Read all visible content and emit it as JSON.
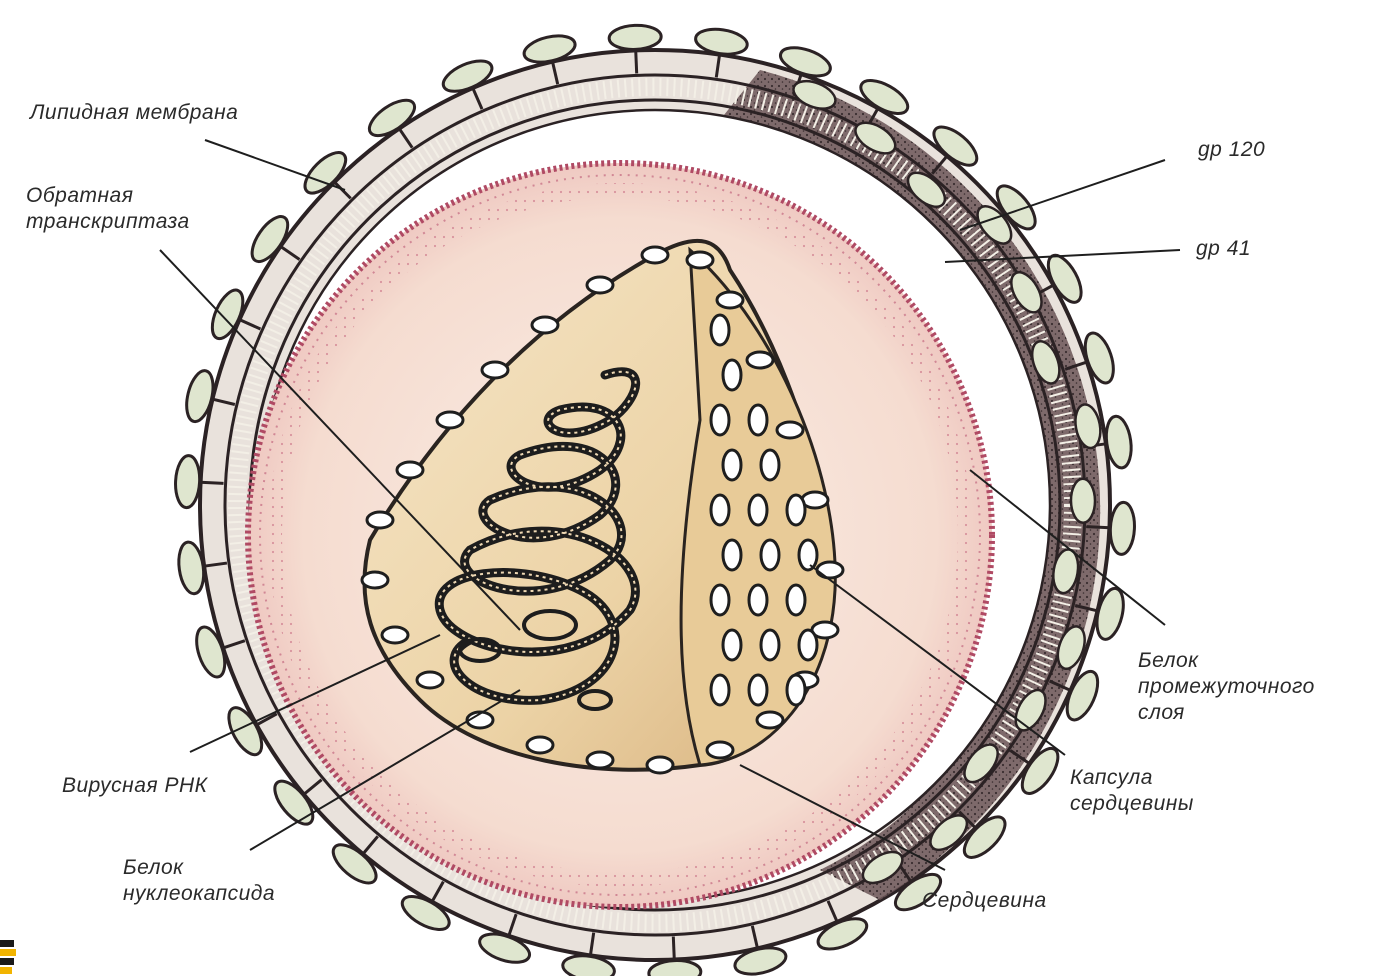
{
  "labels": {
    "lipid_membrane": "Липидная мембрана",
    "reverse_transcriptase": [
      "Обратная",
      "транскриптаза"
    ],
    "gp120": "gp 120",
    "gp41": "gp 41",
    "intermediate_protein": [
      "Белок",
      "промежуточного",
      "слоя"
    ],
    "core_capsule": [
      "Капсула",
      "сердцевины"
    ],
    "viral_rna": "Вирусная РНК",
    "nucleocapsid_protein": [
      "Белок",
      "нуклеокапсида"
    ],
    "core": "Сердцевина"
  },
  "colors": {
    "envelope_outer": "#5a4a4a",
    "envelope_stipple": "#3a2e30",
    "membrane_band": "#f3efe6",
    "spike_fill": "#dfe6cf",
    "matrix_fill": "#f7e4d9",
    "matrix_ring": "#b04a64",
    "core_fill": "#efd9b4",
    "rna": "#222222",
    "line": "#1e1e1e"
  }
}
